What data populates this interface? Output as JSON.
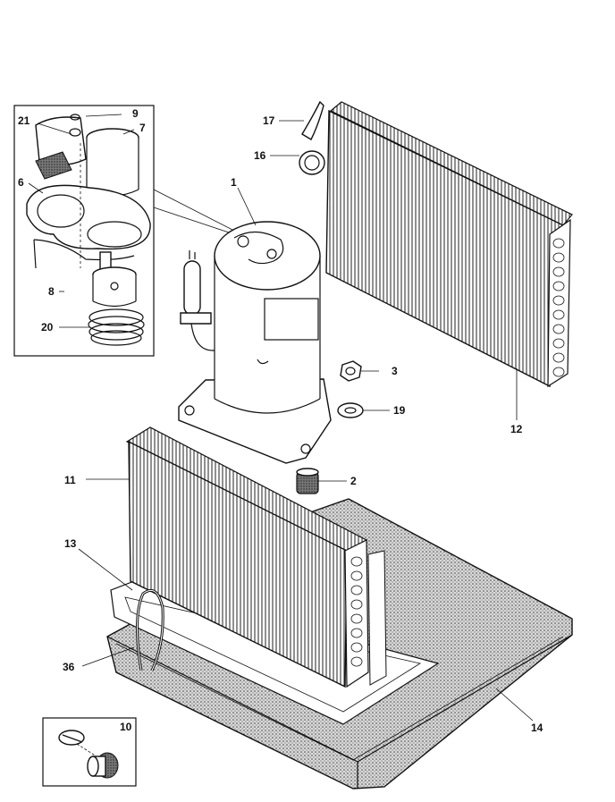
{
  "diagram": {
    "callouts": {
      "c1": "1",
      "c2": "2",
      "c3": "3",
      "c6": "6",
      "c7": "7",
      "c8": "8",
      "c9": "9",
      "c10": "10",
      "c11": "11",
      "c12": "12",
      "c13": "13",
      "c14": "14",
      "c16": "16",
      "c17": "17",
      "c19": "19",
      "c20": "20",
      "c21": "21",
      "c36": "36"
    }
  }
}
